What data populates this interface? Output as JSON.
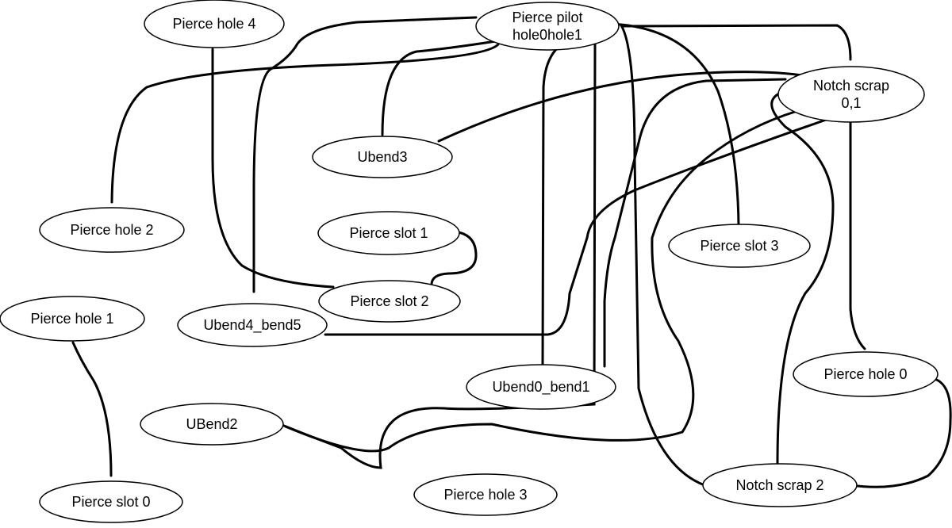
{
  "nodes": [
    {
      "id": "pierce-pilot-hole0hole1",
      "lines": [
        "Pierce pilot",
        "hole0hole1"
      ]
    },
    {
      "id": "pierce-hole-4",
      "lines": [
        "Pierce hole 4"
      ]
    },
    {
      "id": "notch-scrap-01",
      "lines": [
        "Notch scrap",
        "0,1"
      ]
    },
    {
      "id": "ubend3",
      "lines": [
        "Ubend3"
      ]
    },
    {
      "id": "pierce-hole-2",
      "lines": [
        "Pierce hole 2"
      ]
    },
    {
      "id": "pierce-slot-1",
      "lines": [
        "Pierce slot 1"
      ]
    },
    {
      "id": "pierce-slot-3",
      "lines": [
        "Pierce slot 3"
      ]
    },
    {
      "id": "pierce-slot-2",
      "lines": [
        "Pierce slot 2"
      ]
    },
    {
      "id": "pierce-hole-1",
      "lines": [
        "Pierce hole 1"
      ]
    },
    {
      "id": "ubend4-bend5",
      "lines": [
        "Ubend4_bend5"
      ]
    },
    {
      "id": "pierce-hole-0",
      "lines": [
        "Pierce hole 0"
      ]
    },
    {
      "id": "ubend0-bend1",
      "lines": [
        "Ubend0_bend1"
      ]
    },
    {
      "id": "ubend2",
      "lines": [
        "UBend2"
      ]
    },
    {
      "id": "pierce-slot-0",
      "lines": [
        "Pierce slot 0"
      ]
    },
    {
      "id": "pierce-hole-3",
      "lines": [
        "Pierce hole 3"
      ]
    },
    {
      "id": "notch-scrap-2",
      "lines": [
        "Notch scrap 2"
      ]
    }
  ],
  "edges": [
    {
      "from": "pierce-pilot-hole0hole1",
      "to": "pierce-hole-2"
    },
    {
      "from": "pierce-pilot-hole0hole1",
      "to": "ubend3"
    },
    {
      "from": "pierce-pilot-hole0hole1",
      "to": "ubend4-bend5"
    },
    {
      "from": "pierce-pilot-hole0hole1",
      "to": "ubend0-bend1"
    },
    {
      "from": "pierce-pilot-hole0hole1",
      "to": "ubend2"
    },
    {
      "from": "pierce-pilot-hole0hole1",
      "to": "pierce-slot-3"
    },
    {
      "from": "pierce-pilot-hole0hole1",
      "to": "notch-scrap-2"
    },
    {
      "from": "pierce-pilot-hole0hole1",
      "to": "pierce-hole-0"
    },
    {
      "from": "pierce-hole-4",
      "to": "pierce-slot-2"
    },
    {
      "from": "pierce-slot-1",
      "to": "pierce-slot-2"
    },
    {
      "from": "ubend3",
      "to": "notch-scrap-01"
    },
    {
      "from": "notch-scrap-01",
      "to": "ubend4-bend5"
    },
    {
      "from": "notch-scrap-01",
      "to": "ubend0-bend1"
    },
    {
      "from": "notch-scrap-01",
      "to": "notch-scrap-2"
    },
    {
      "from": "notch-scrap-01",
      "to": "ubend2"
    },
    {
      "from": "pierce-hole-1",
      "to": "pierce-slot-0"
    },
    {
      "from": "pierce-hole-0",
      "to": "notch-scrap-2"
    }
  ]
}
